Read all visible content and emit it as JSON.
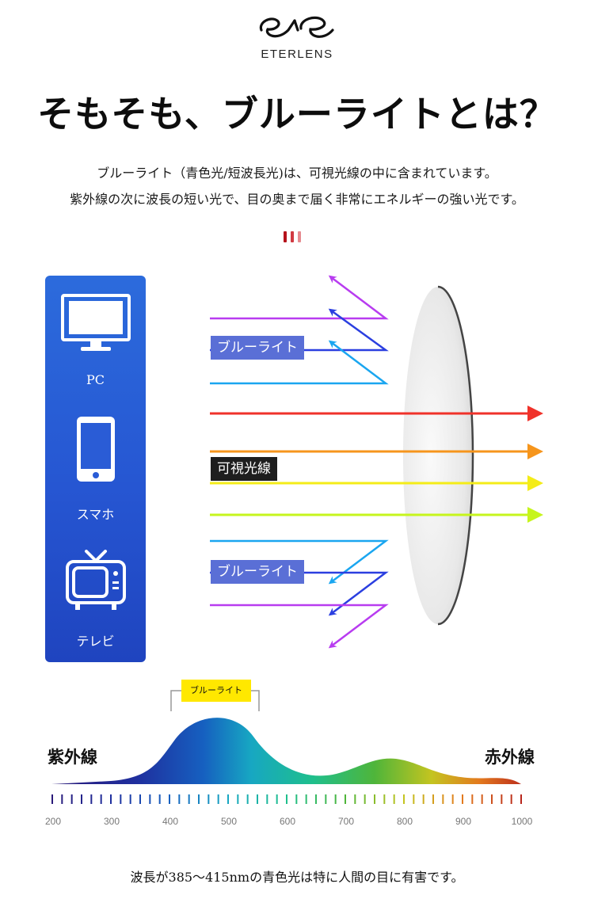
{
  "brand": {
    "name": "ETERLENS"
  },
  "headline": "そもそも、ブルーライトとは？",
  "intro": {
    "line1": "ブルーライト（青色光/短波長光)は、可視光線の中に含まれています。",
    "line2": "紫外線の次に波長の短い光で、目の奥まで届く非常にエネルギーの強い光です。"
  },
  "colors": {
    "panel": "#2656d2",
    "dot1": "#b5121b",
    "dot2": "#d13a42",
    "dot3": "#e68a8f",
    "violet": "#b83cf0",
    "blue": "#2b3fe0",
    "sky": "#1aa6f0",
    "red": "#f0322a",
    "orange": "#f6951c",
    "yellow": "#f4ec18",
    "lime": "#c6f51d"
  },
  "devices": [
    {
      "label": "PC",
      "icon": "monitor-icon"
    },
    {
      "label": "スマホ",
      "icon": "smartphone-icon"
    },
    {
      "label": "テレビ",
      "icon": "tv-icon"
    }
  ],
  "tags": {
    "blue_light_top": "ブルーライト",
    "visible": "可視光線",
    "blue_light_bottom": "ブルーライト"
  },
  "spectrum": {
    "badge": "ブルーライト",
    "left_label": "紫外線",
    "right_label": "赤外線",
    "ticks": [
      "200",
      "300",
      "400",
      "500",
      "600",
      "700",
      "800",
      "900",
      "1000"
    ]
  },
  "footer": "波長が385～415nmの青色光は特に人間の目に有害です。"
}
